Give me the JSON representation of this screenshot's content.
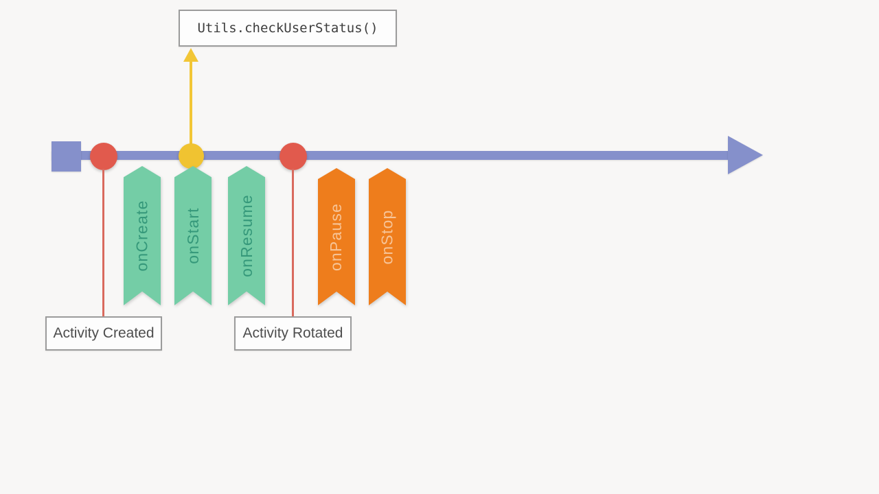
{
  "colors": {
    "background": "#f8f7f6",
    "timeline_blue": "#8590cb",
    "marker_red": "#e15a4d",
    "marker_yellow": "#f0c331",
    "connector_red": "#d96a5e",
    "arrow_yellow": "#f2c636",
    "ribbon_green": "#74cda6",
    "ribbon_green_text": "#35987a",
    "ribbon_orange": "#ee7d1c",
    "ribbon_orange_text": "#f7c497",
    "box_border": "#9b9b9b",
    "box_background": "#fdfdfd",
    "callout_text": "#3d3d3d",
    "label_text": "#4e4e4e"
  },
  "callout": {
    "label": "Utils.checkUserStatus()"
  },
  "ribbons": [
    {
      "label": "onCreate",
      "color": "green"
    },
    {
      "label": "onStart",
      "color": "green"
    },
    {
      "label": "onResume",
      "color": "green"
    },
    {
      "label": "onPause",
      "color": "orange"
    },
    {
      "label": "onStop",
      "color": "orange"
    }
  ],
  "annotations": [
    {
      "label": "Activity Created"
    },
    {
      "label": "Activity Rotated"
    }
  ]
}
